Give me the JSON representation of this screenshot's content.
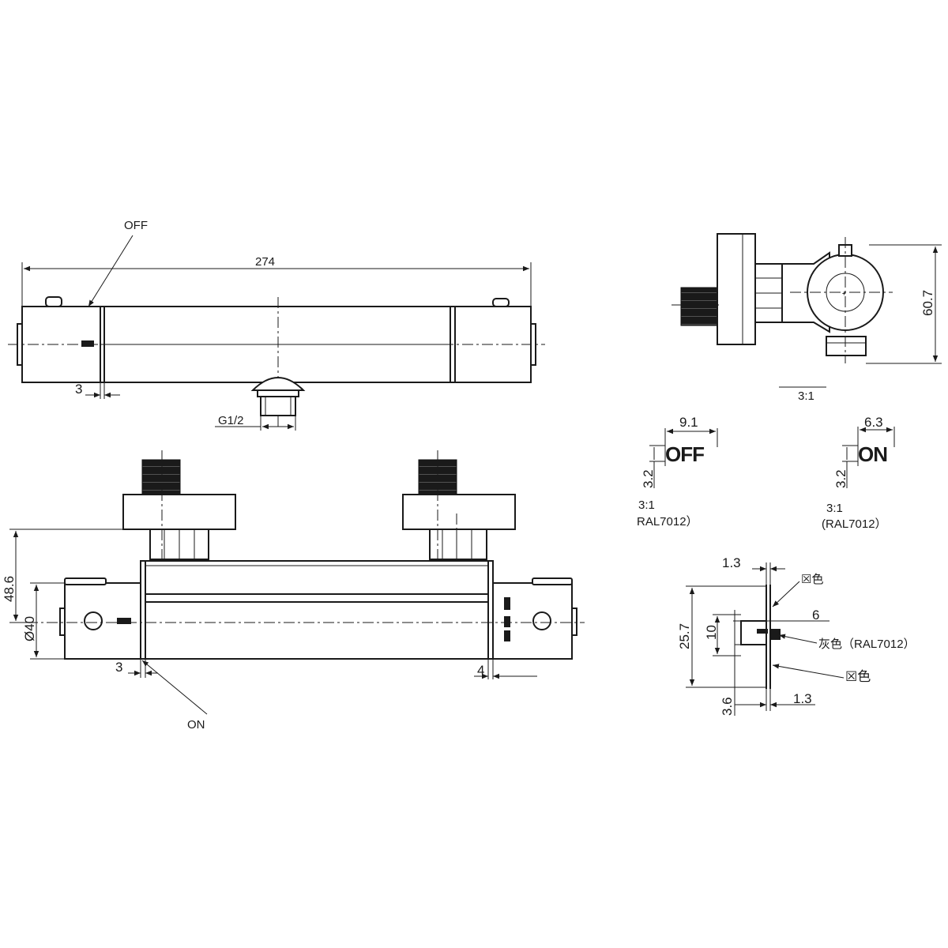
{
  "top_view": {
    "label_off": "OFF",
    "dim_length": "274",
    "dim_offset": "3",
    "dim_thread": "G1/2"
  },
  "front_view": {
    "dim_height": "48.6",
    "dim_diameter": "Ø40",
    "dim_offset_left": "3",
    "dim_offset_right": "4",
    "label_on": "ON"
  },
  "side_view": {
    "dim_height": "60.7",
    "scale": "3:1"
  },
  "off_marking": {
    "text": "OFF",
    "dim_width": "9.1",
    "dim_height": "3.2",
    "scale": "3:1",
    "color": "RAL7012）"
  },
  "on_marking": {
    "text": "ON",
    "dim_width": "6.3",
    "dim_height": "3.2",
    "scale": "3:1",
    "color": "(RAL7012）"
  },
  "section_detail": {
    "dim_top": "1.3",
    "dim_6": "6",
    "dim_10": "10",
    "dim_25_7": "25.7",
    "dim_3_6": "3.6",
    "dim_bottom": "1.3",
    "label_color_top": "☒色",
    "label_grey": "灰色（RAL7012）",
    "label_color_bottom": "☒色"
  }
}
